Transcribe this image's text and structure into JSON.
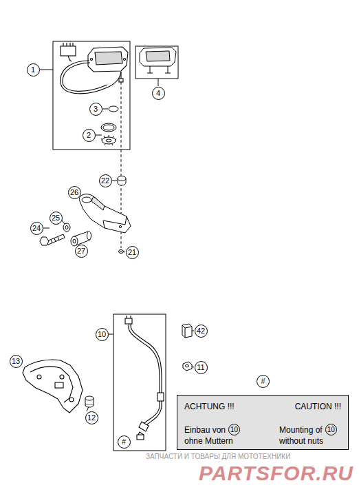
{
  "diagram": {
    "nodes": [
      {
        "text": [
          "#",
          "ACHTUNG !!!",
          "CAUTION !!!",
          "Einbau von",
          "10",
          "ohne Muttern",
          "Mounting of",
          "10",
          "without nuts"
        ]
      }
    ],
    "labels": [
      "1",
      "4",
      "3",
      "2",
      "22",
      "26",
      "25",
      "24",
      "27",
      "21",
      "10",
      "42",
      "11",
      "13",
      "12",
      "#",
      "ЗАПЧАСТИ И ТОВАРЫ ДЛЯ МОТОТЕХНИКИ",
      "PARTSFOR.RU"
    ]
  }
}
